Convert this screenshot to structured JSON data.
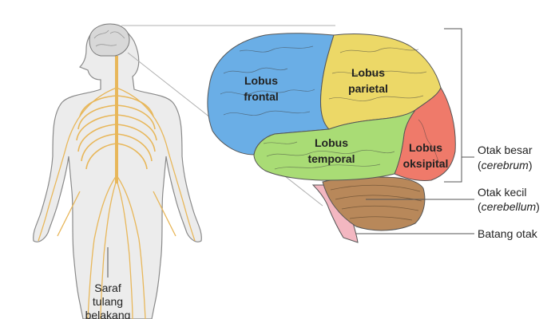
{
  "diagram": {
    "lobes": [
      {
        "line1": "Lobus",
        "line2": "frontal",
        "color": "#6aaee6"
      },
      {
        "line1": "Lobus",
        "line2": "parietal",
        "color": "#ecd867"
      },
      {
        "line1": "Lobus",
        "line2": "temporal",
        "color": "#a9dc75"
      },
      {
        "line1": "Lobus",
        "line2": "oksipital",
        "color": "#ef7a6a"
      }
    ],
    "cerebrum": {
      "name": "Otak besar",
      "latin_open": "(",
      "latin": "cerebrum",
      "latin_close": ")"
    },
    "cerebellum": {
      "name": "Otak kecil",
      "latin_open": "(",
      "latin": "cerebellum",
      "latin_close": ")",
      "color": "#b8885a"
    },
    "brainstem": {
      "name": "Batang otak",
      "color": "#f3b7c1"
    },
    "spinal": {
      "line1": "Saraf",
      "line2": "tulang",
      "line3": "belakang",
      "color": "#e8b75a"
    }
  }
}
